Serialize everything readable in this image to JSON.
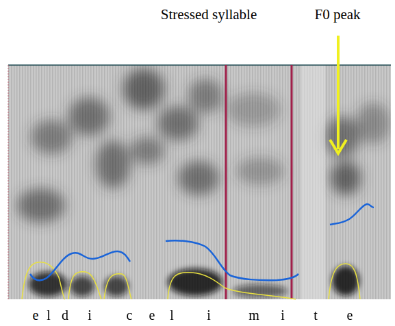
{
  "diagram": {
    "labels": [
      "Stressed syllable",
      "F0 peak",
      "e",
      "l",
      "d",
      "i",
      "c",
      "e",
      "l",
      "i",
      "m",
      "i",
      "t",
      "e"
    ]
  }
}
